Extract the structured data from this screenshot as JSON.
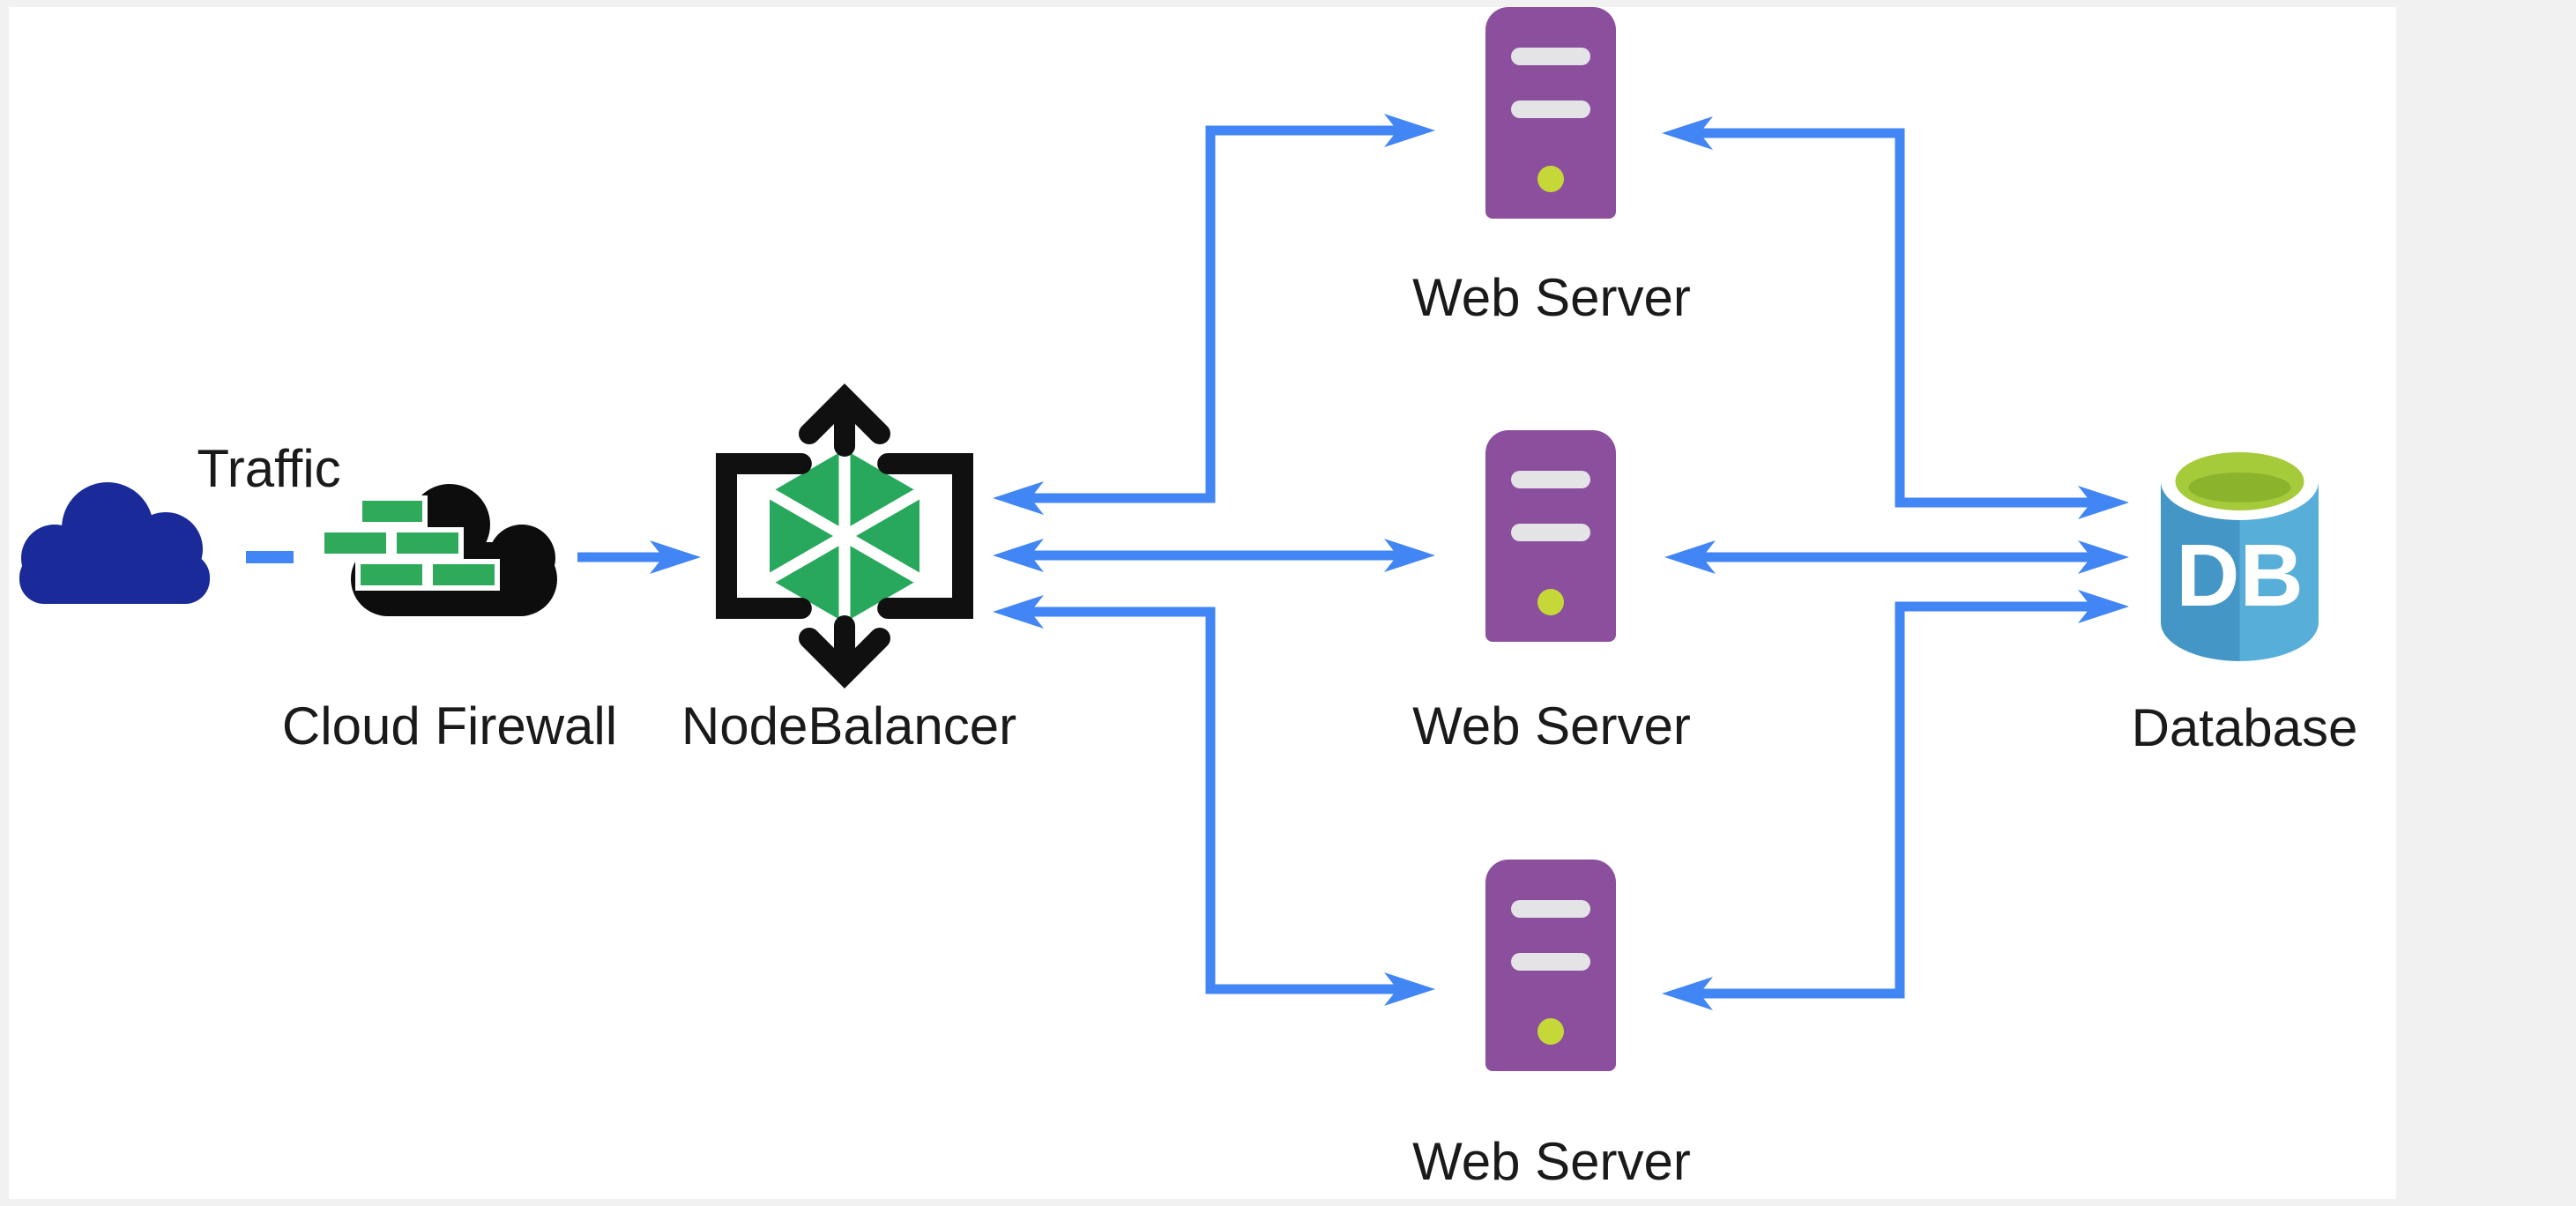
{
  "diagram": {
    "title_hint": "Load-balanced web application architecture",
    "background_color": "#f1f1f2",
    "surface_color": "#ffffff",
    "arrow_color": "#4285f4",
    "label_color": "#1a1a1a"
  },
  "nodes": [
    {
      "id": "traffic",
      "label": "Traffic",
      "icon": "cloud-icon",
      "color": "#1a2b99"
    },
    {
      "id": "cloud-firewall",
      "label": "Cloud Firewall",
      "icon": "firewall-icon",
      "colors": {
        "cloud": "#0d0d0d",
        "brick": "#2faa5b"
      }
    },
    {
      "id": "nodebalancer",
      "label": "NodeBalancer",
      "icon": "nodebalancer-icon",
      "colors": {
        "hexagon": "#28a85c",
        "arrows": "#101010"
      }
    },
    {
      "id": "web-server-top",
      "label": "Web Server",
      "icon": "server-icon",
      "colors": {
        "body": "#8c4f9e",
        "slots": "#e4e3e5",
        "led": "#c6d838"
      }
    },
    {
      "id": "web-server-middle",
      "label": "Web Server",
      "icon": "server-icon",
      "colors": {
        "body": "#8c4f9e",
        "slots": "#e4e3e5",
        "led": "#c6d838"
      }
    },
    {
      "id": "web-server-bottom",
      "label": "Web Server",
      "icon": "server-icon",
      "colors": {
        "body": "#8c4f9e",
        "slots": "#e4e3e5",
        "led": "#c6d838"
      }
    },
    {
      "id": "database",
      "label": "Database",
      "badge": "DB",
      "icon": "database-icon",
      "colors": {
        "body_left": "#4396c6",
        "body_right": "#57aed8",
        "top": "#a5cb3a",
        "top_inner": "#8bb32c"
      }
    }
  ],
  "edges": [
    {
      "from": "traffic",
      "to": "cloud-firewall",
      "style": "dash",
      "arrowheads": "none"
    },
    {
      "from": "cloud-firewall",
      "to": "nodebalancer",
      "style": "straight",
      "arrowheads": "end"
    },
    {
      "from": "nodebalancer",
      "to": "web-server-top",
      "style": "elbow",
      "arrowheads": "both"
    },
    {
      "from": "nodebalancer",
      "to": "web-server-middle",
      "style": "straight",
      "arrowheads": "both"
    },
    {
      "from": "nodebalancer",
      "to": "web-server-bottom",
      "style": "elbow",
      "arrowheads": "both"
    },
    {
      "from": "web-server-top",
      "to": "database",
      "style": "elbow",
      "arrowheads": "both"
    },
    {
      "from": "web-server-middle",
      "to": "database",
      "style": "straight",
      "arrowheads": "both"
    },
    {
      "from": "web-server-bottom",
      "to": "database",
      "style": "elbow",
      "arrowheads": "both"
    }
  ]
}
